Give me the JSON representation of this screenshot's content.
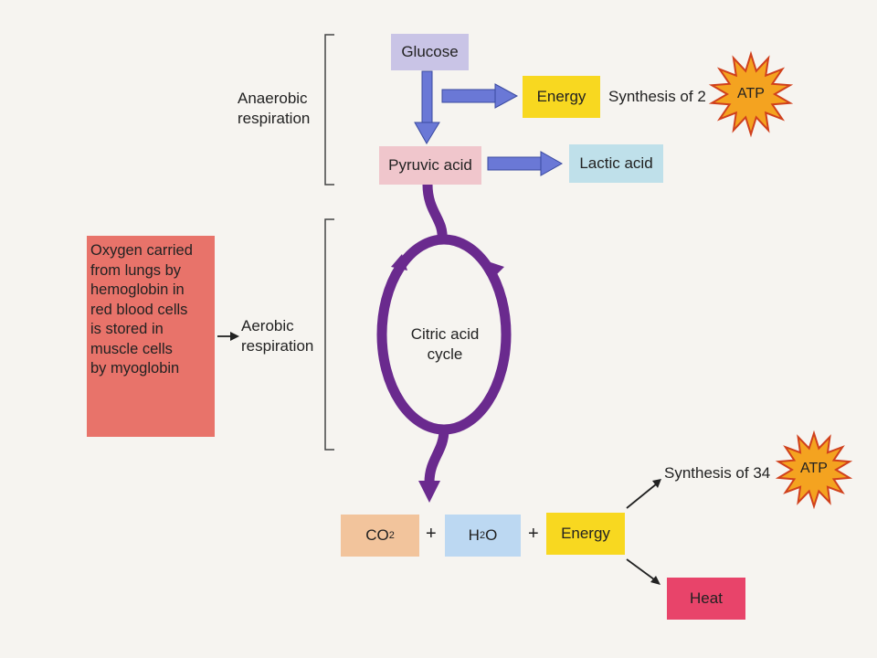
{
  "nodes": {
    "glucose": "Glucose",
    "energy_top": "Energy",
    "synthesis_2": "Synthesis of 2",
    "atp_top": "ATP",
    "pyruvic_acid": "Pyruvic acid",
    "lactic_acid": "Lactic acid",
    "anaerobic_line1": "Anaerobic",
    "anaerobic_line2": "respiration",
    "aerobic_line1": "Aerobic",
    "aerobic_line2": "respiration",
    "citric_line1": "Citric acid",
    "citric_line2": "cycle",
    "oxygen_lines": [
      "Oxygen carried",
      "from lungs by",
      "hemoglobin in",
      "red blood cells",
      "is stored in",
      "muscle cells",
      "by myoglobin"
    ],
    "co2": "CO",
    "co2_sub": "2",
    "h2o_h": "H",
    "h2o_sub": "2",
    "h2o_o": "O",
    "plus": "+",
    "energy_bottom": "Energy",
    "synthesis_34": "Synthesis of 34",
    "atp_bottom": "ATP",
    "heat": "Heat"
  },
  "colors": {
    "glucose": "#c9c4e6",
    "energy": "#f8d820",
    "pyruvic": "#f0c6cc",
    "lactic": "#bfe0ea",
    "oxygen": "#e8736a",
    "co2": "#f2c49c",
    "h2o": "#bcd8f2",
    "heat": "#e8446a",
    "arrow_blue": "#6a78d6",
    "cycle_purple": "#6a2a8e",
    "star": "#f4a320"
  }
}
